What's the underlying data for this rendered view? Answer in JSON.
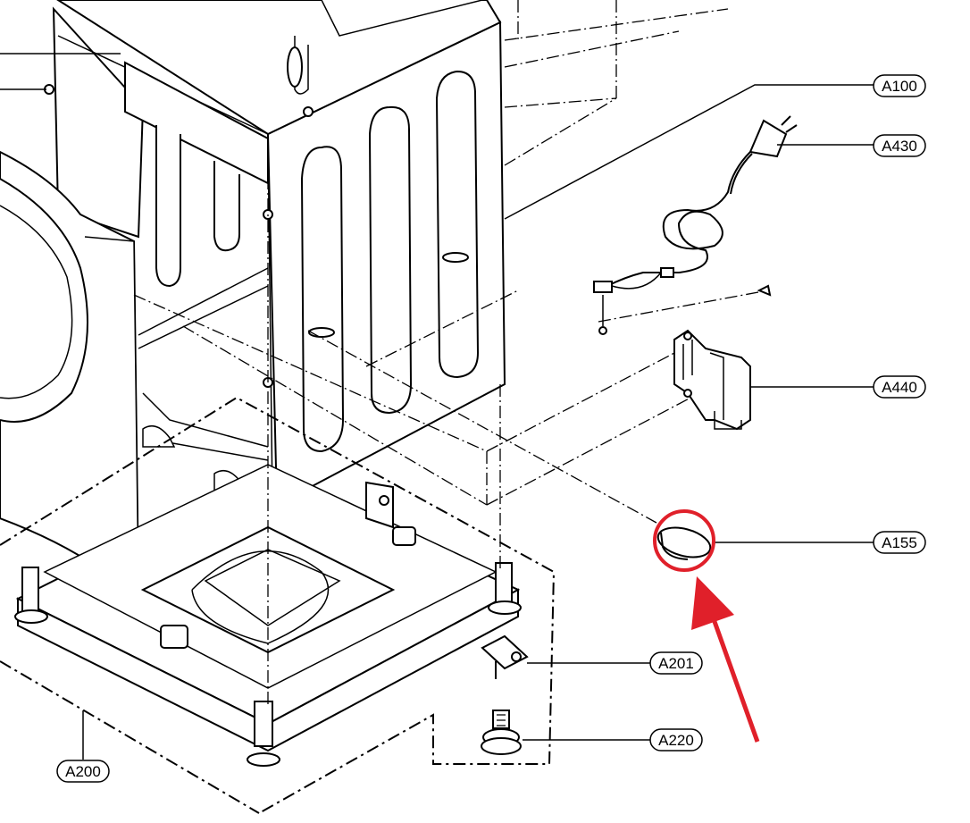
{
  "diagram": {
    "callouts": [
      {
        "id": "a100",
        "label": "A100"
      },
      {
        "id": "a430",
        "label": "A430"
      },
      {
        "id": "a440",
        "label": "A440"
      },
      {
        "id": "a155",
        "label": "A155"
      },
      {
        "id": "a201",
        "label": "A201"
      },
      {
        "id": "a220",
        "label": "A220"
      },
      {
        "id": "a200",
        "label": "A200"
      }
    ],
    "highlight": {
      "color": "#e0202a",
      "target": "A155"
    }
  }
}
